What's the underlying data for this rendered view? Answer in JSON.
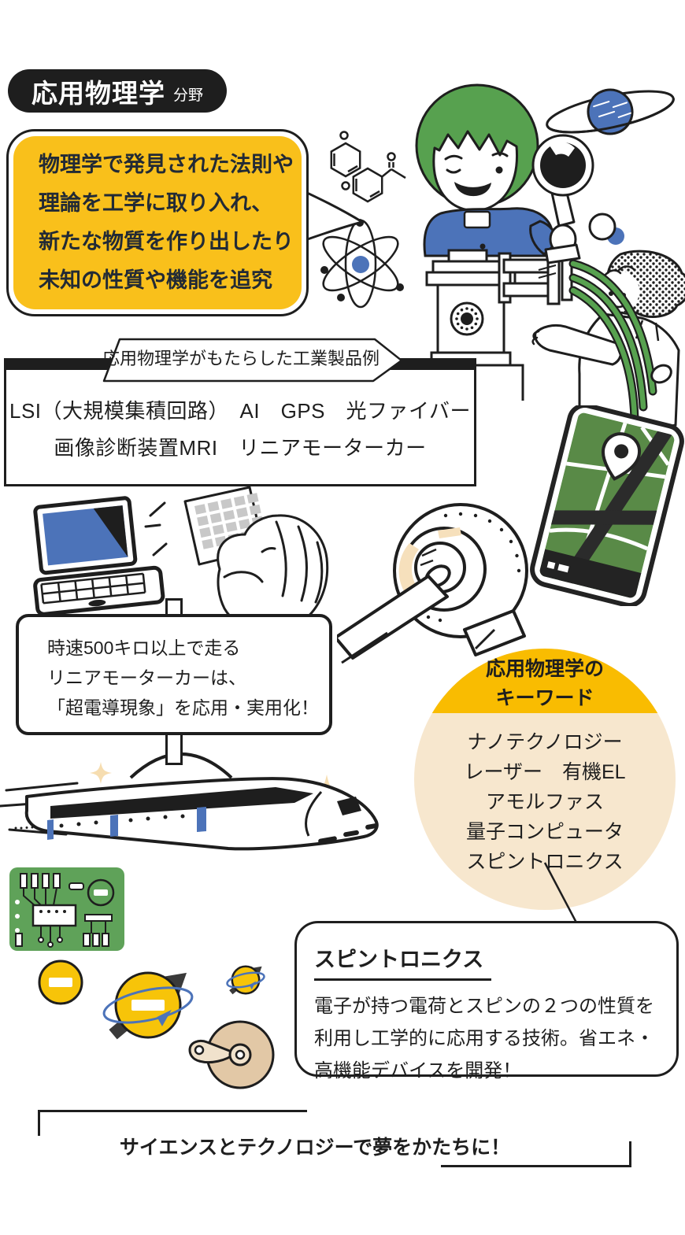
{
  "badge": {
    "title": "応用物理学",
    "suffix": "分野"
  },
  "intro_bubble": {
    "lines": [
      "物理学で発見された法則や",
      "理論を工学に取り入れ、",
      "新たな物質を作り出したり",
      "未知の性質や機能を追究"
    ]
  },
  "products": {
    "ribbon": "応用物理学がもたらした工業製品例",
    "lines": [
      "LSI（大規模集積回路）　AI　GPS　光ファイバー",
      "画像診断装置MRI　リニアモーターカー"
    ]
  },
  "maglev_note": {
    "lines": [
      "時速500キロ以上で走る",
      "リニアモーターカーは、",
      "「超電導現象」を応用・実用化！"
    ]
  },
  "keyword_circle": {
    "title_lines": [
      "応用物理学の",
      "キーワード"
    ],
    "items": [
      "ナノテクノロジー",
      "レーザー　有機EL",
      "アモルファス",
      "量子コンピュータ",
      "スピントロニクス"
    ]
  },
  "spintronics_card": {
    "title": "スピントロニクス",
    "body_lines": [
      "電子が持つ電荷とスピンの２つの性質を",
      "利用し工学的に応用する技術。省エネ・",
      "高機能デバイスを開発！"
    ]
  },
  "footer": {
    "message": "サイエンスとテクノロジーで夢をかたちに！"
  },
  "colors": {
    "ink": "#1e1e1e",
    "bubble_yellow": "#f9c01b",
    "circle_gold": "#f9bc01",
    "circle_cream": "#f7e7ce",
    "sparkle_cream": "#f6ddb0",
    "green": "#57a14f",
    "blue": "#4c73b9",
    "map_green": "#598a47",
    "pcb_green": "#5fa259",
    "wafer_gray": "#c8c8c8",
    "disk_tan": "#e2c8a6",
    "electron_yellow": "#f7c409"
  },
  "illustrations": [
    "scientist-with-magnifier",
    "assistant-with-cables",
    "saturn-planet",
    "atom",
    "molecule-structures",
    "water-molecules",
    "laptop",
    "hand-with-chip",
    "mri-scanner",
    "map-phone",
    "maglev-train",
    "circuit-board",
    "electron-spin",
    "hard-disk"
  ]
}
